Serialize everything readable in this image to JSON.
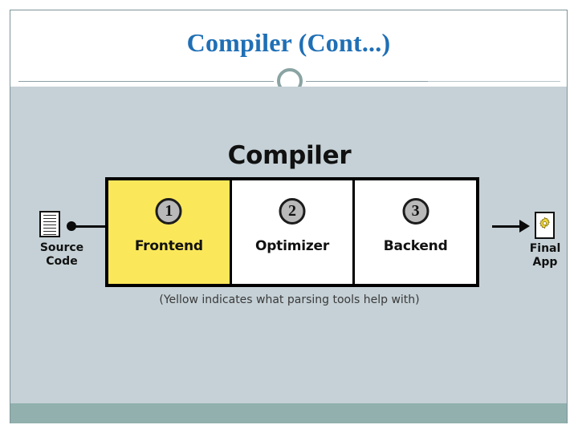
{
  "slide": {
    "title": "Compiler (Cont...)",
    "title_color": "#1F6FB5",
    "body_background": "#C5D1D6",
    "footer_bar_color": "#91B0AE",
    "border_color": "#7E9499"
  },
  "diagram": {
    "heading": "Compiler",
    "caption": "(Yellow indicates what parsing tools help with)",
    "highlight_color": "#FBE85A",
    "badge_color": "#B9B9B9",
    "stages": [
      {
        "number": "1",
        "label": "Frontend",
        "highlighted": true
      },
      {
        "number": "2",
        "label": "Optimizer",
        "highlighted": false
      },
      {
        "number": "3",
        "label": "Backend",
        "highlighted": false
      }
    ],
    "input": {
      "label_line1": "Source",
      "label_line2": "Code",
      "icon": "document-icon"
    },
    "output": {
      "label_line1": "Final",
      "label_line2": "App",
      "icon": "gear-app-icon",
      "icon_color": "#F2D93B"
    }
  }
}
